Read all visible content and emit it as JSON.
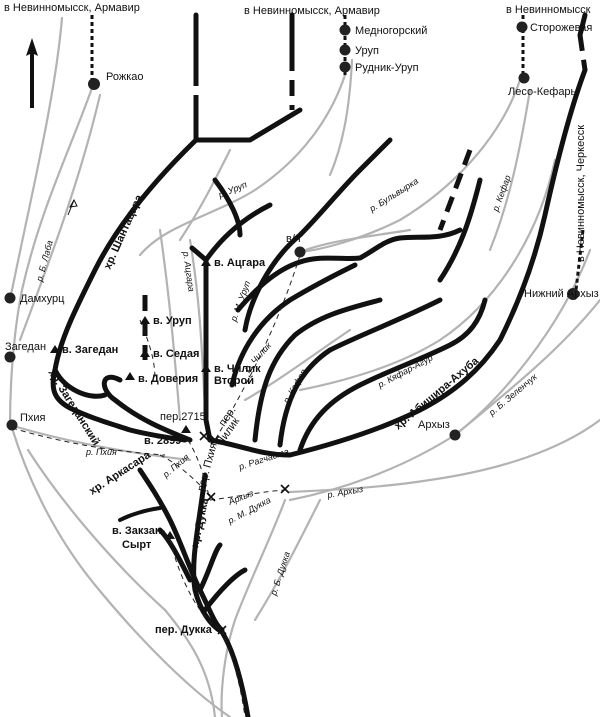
{
  "top_labels": {
    "left": "в Невинномысск, Армавир",
    "center": "в Невинномысск, Армавир",
    "right": "в Невинномысск"
  },
  "side_label_right": "в Невинномысск, Черкесск",
  "settlements": {
    "rozhkao": "Рожкао",
    "mednogorsky": "Медногорский",
    "urup": "Уруп",
    "rudnik_urup": "Рудник-Уруп",
    "storozhevaya": "Сторожевая",
    "lesokefar": "Лесо-Кефарь",
    "damkhurts": "Дамхурц",
    "zagedan": "Загедан",
    "pkhiya": "Пхия",
    "nizhny_arkhyz": "Нижний Архыз",
    "arkhyz": "Архыз",
    "vch": "в/ч"
  },
  "peaks": {
    "atsgara": "в. Ацгара",
    "zagedan": "в. Загедан",
    "urup": "в. Уруп",
    "sedaya": "в. Седая",
    "doveriya": "в. Доверия",
    "chilik_vtoroy_1": "в. Чилик",
    "chilik_vtoroy_2": "Второй",
    "v2899": "в. 2899",
    "zakzan_1": "в. Закзан-",
    "zakzan_2": "Сырт"
  },
  "passes": {
    "per2715": "пер.2715",
    "chilik_1": "пер.",
    "chilik_2": "Чилик",
    "pkhiya": "пер. Пхия",
    "dukka": "пер. Дукка"
  },
  "ridges": {
    "shantsatsara": "хр. Шантацара",
    "zagedansky": "хр. Загеданский",
    "abishira": "хр. Абишира-Ахуба",
    "arkasara": "хр. Аркасара",
    "dukka": "хр. Дукка"
  },
  "rivers": {
    "b_laba": "р. Б. Лаба",
    "urup": "р. Уруп",
    "bulvyrka": "р. Бульвырка",
    "kefar_top": "р. Кефар",
    "m_urup": "р. М. Уруп",
    "aktsara": "р. Ацгара",
    "chilik": "р. Чилик",
    "kefar_mid": "р. Кефар",
    "kyafar_agur": "р. Кяфар-Агур",
    "b_zelenchuk": "р. Б. Зеленчук",
    "pkhiya": "р. Пхия",
    "pkhiya_small": "р. Пхия",
    "ragiatsva": "р. Рагчаста",
    "arkhyz": "р. Архыз",
    "arkhyz_small": "Архыз",
    "m_dukka": "р. М. Дукка",
    "b_dukka": "р. Б. Дукка"
  }
}
